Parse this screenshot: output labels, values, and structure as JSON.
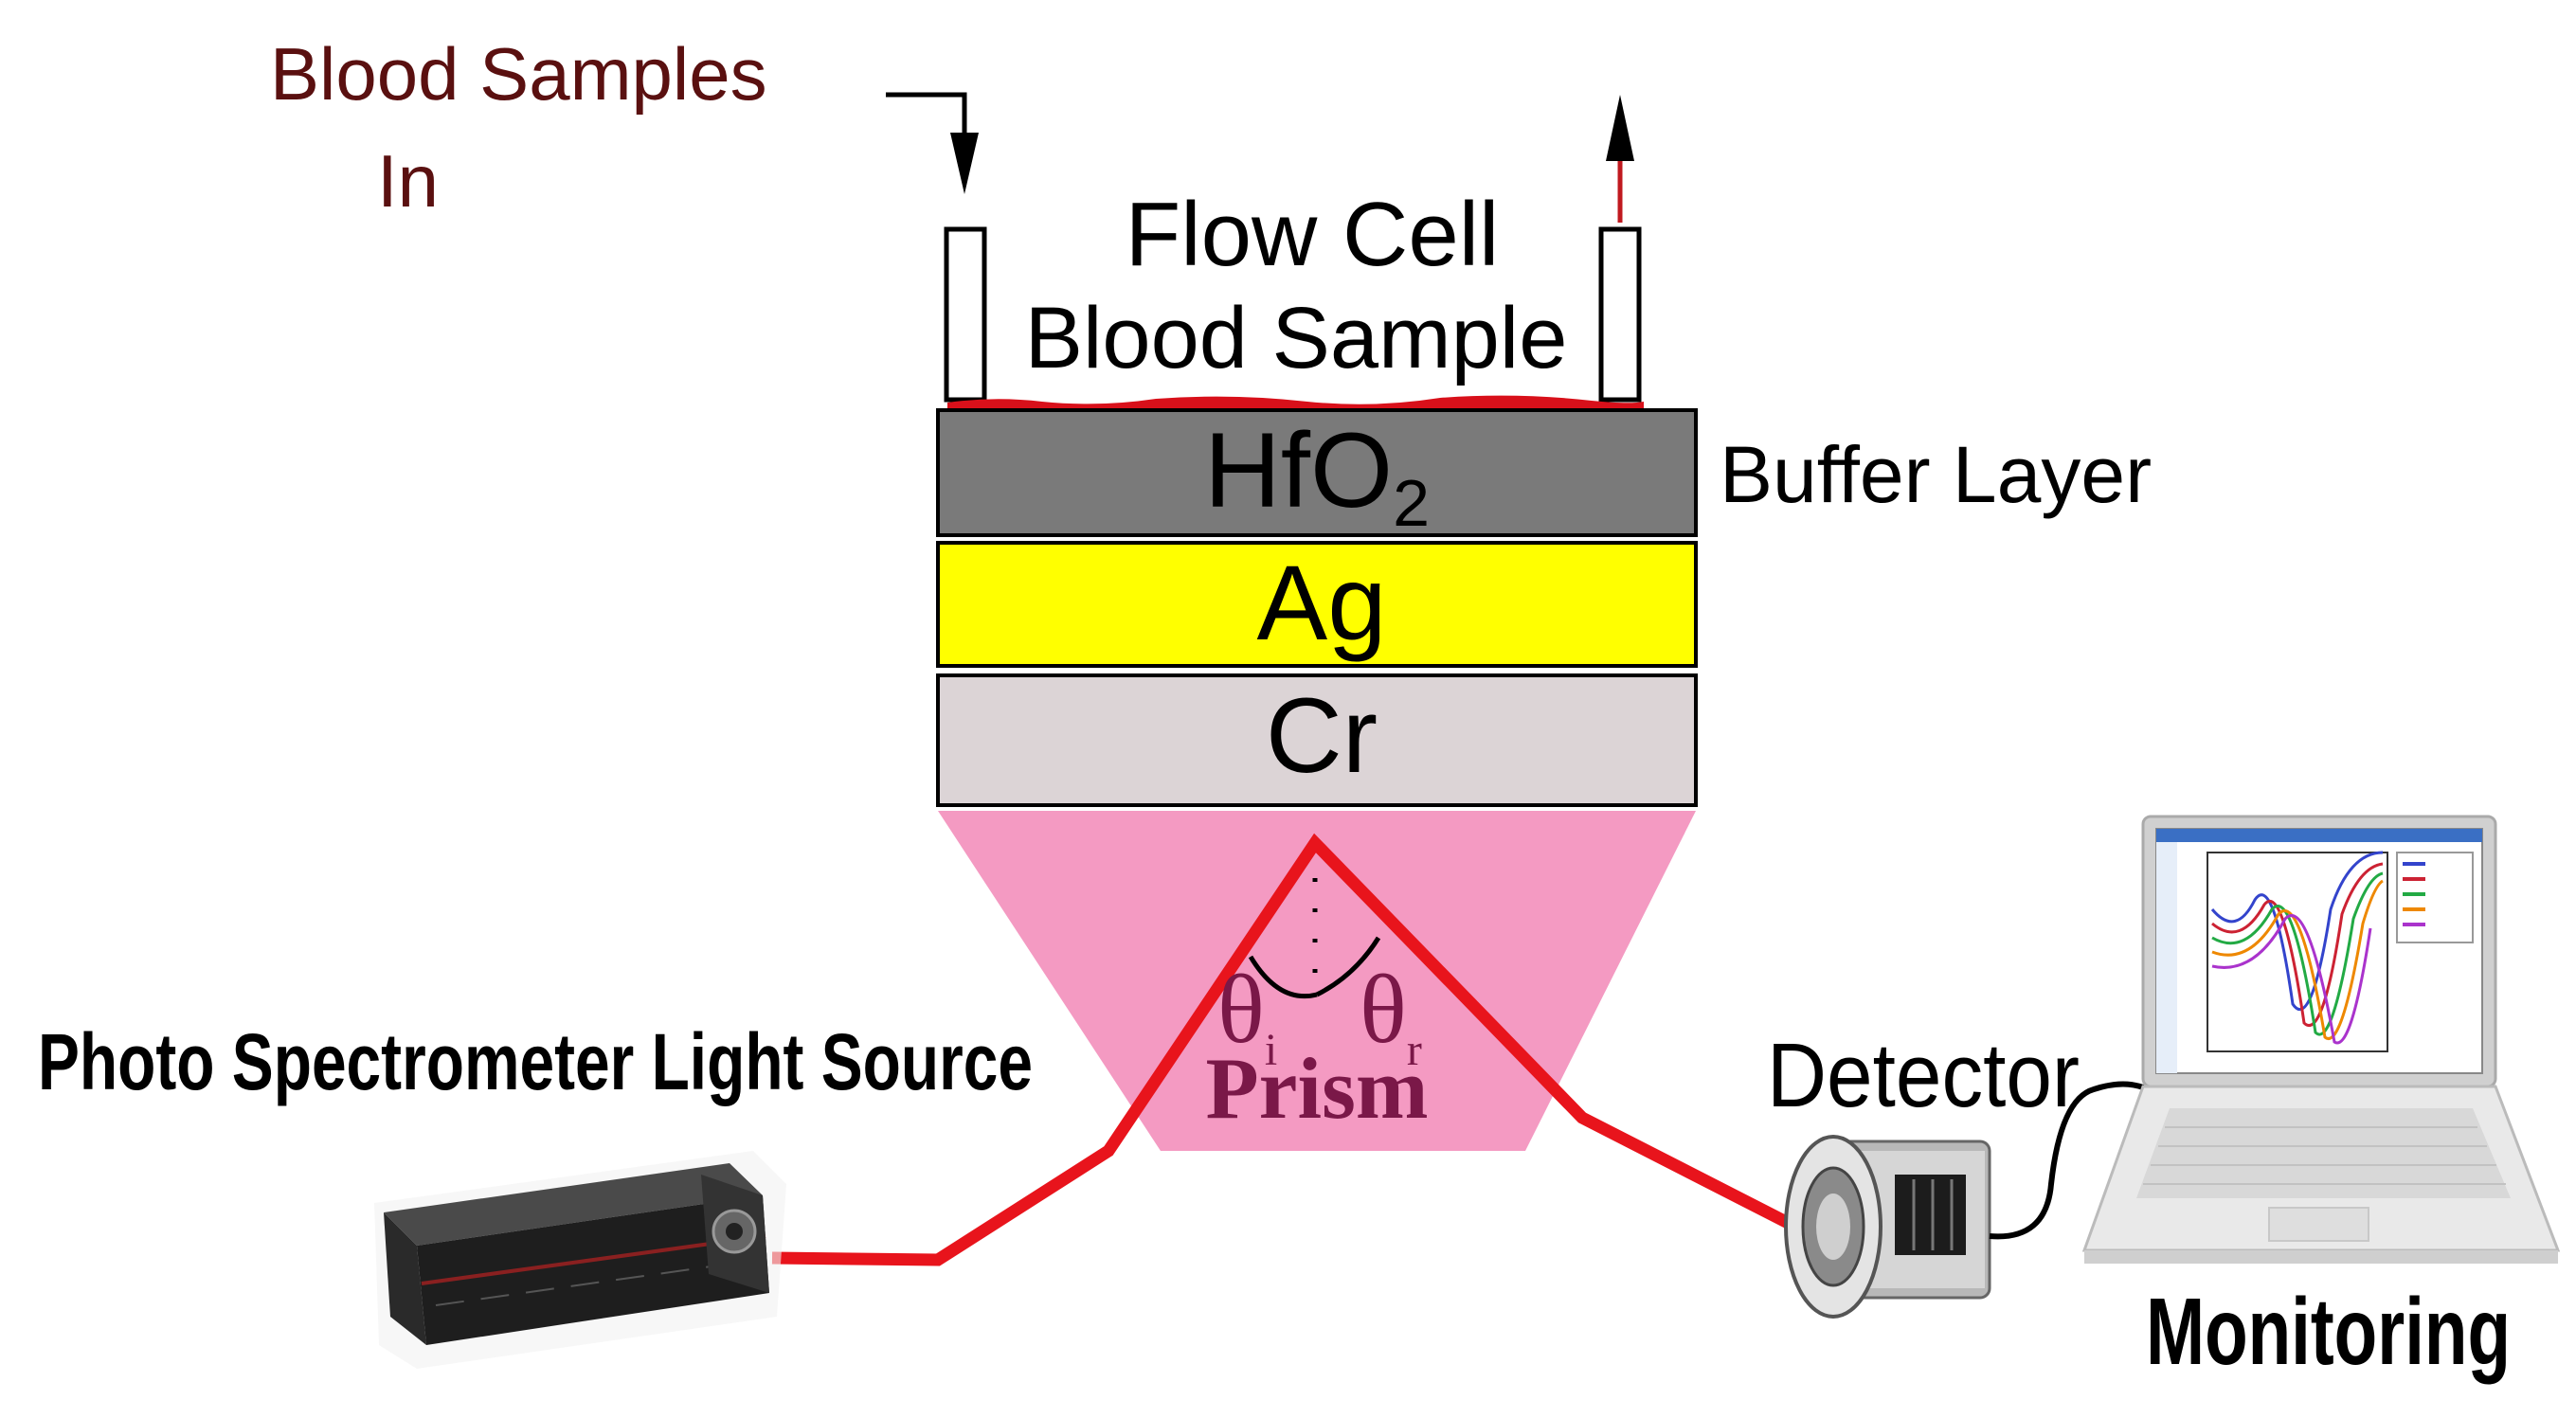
{
  "labels": {
    "blood_samples": "Blood Samples",
    "in": "In",
    "flow_cell": "Flow Cell",
    "blood_sample": "Blood Sample",
    "hfo2_main": "HfO",
    "hfo2_sub": "2",
    "buffer_layer": "Buffer Layer",
    "ag": "Ag",
    "cr": "Cr",
    "prism": "Prism",
    "theta_i": "θ",
    "theta_i_sub": "i",
    "theta_r": "θ",
    "theta_r_sub": "r",
    "light_source": "Photo Spectrometer Light Source",
    "detector": "Detector",
    "monitoring": "Monitoring"
  },
  "colors": {
    "label_dark_red": "#5a1010",
    "hfo2_layer": "#7a7a7a",
    "ag_layer": "#ffff00",
    "cr_layer": "#dcd4d6",
    "prism": "#f49ac2",
    "prism_text": "#7a1848",
    "laser_beam": "#e8141c",
    "blood": "#d8101a"
  },
  "icons": {
    "inlet_arrow": "arrow-down-icon",
    "outlet_arrow": "arrow-up-icon",
    "light_source": "laser-device-icon",
    "detector": "detector-device-icon",
    "monitor": "laptop-icon"
  }
}
